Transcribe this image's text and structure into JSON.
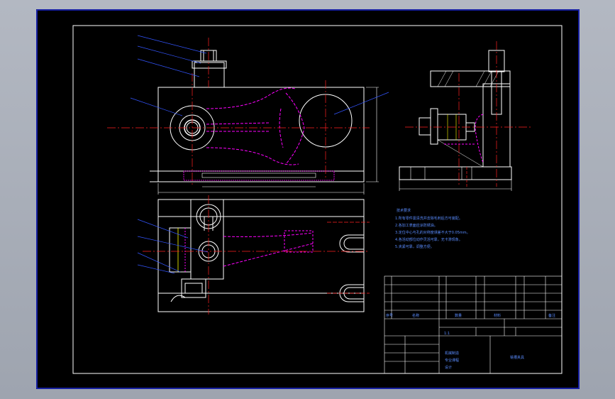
{
  "drawing": {
    "view_label": "",
    "tech_requirements": {
      "title": "技术要求",
      "items": [
        "1.所有零件需清洗并去除毛刺后方可装配。",
        "2.各加工表面应涂防锈油。",
        "3.定位中心与孔的对称度误差不大于0.05mm。",
        "4.各活动部位动作灵活可靠，无卡滞现象。",
        "5.夹紧可靠，调整方便。"
      ]
    },
    "title_block": {
      "drawing_name": "铣槽夹具",
      "scale": "1:1",
      "school": [
        "机械制造",
        "专业课程",
        "设计"
      ],
      "parts_table_header": [
        "序号",
        "名称",
        "数量",
        "材料",
        "备注"
      ]
    },
    "colors": {
      "background": "#000000",
      "frame": "#1f2bd8",
      "outline": "#ffffff",
      "hidden": "#ff00ff",
      "center": "#ff2020",
      "leader": "#3355ff"
    }
  }
}
